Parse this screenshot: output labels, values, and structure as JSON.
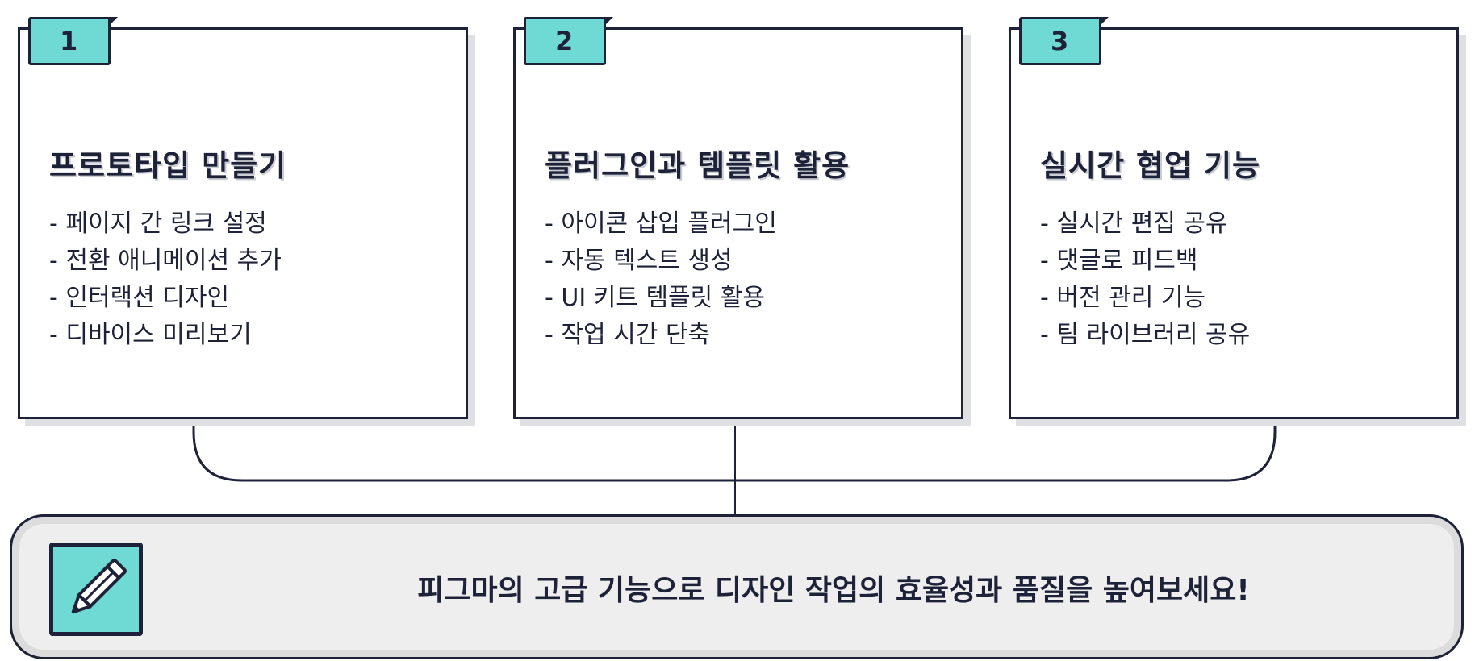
{
  "cards": [
    {
      "number": "1",
      "title": "프로토타입 만들기",
      "items": [
        "- 페이지 간 링크 설정",
        "- 전환 애니메이션 추가",
        "- 인터랙션 디자인",
        "- 디바이스 미리보기"
      ]
    },
    {
      "number": "2",
      "title": "플러그인과 템플릿 활용",
      "items": [
        "- 아이콘 삽입 플러그인",
        "- 자동 텍스트 생성",
        "- UI 키트 템플릿 활용",
        "- 작업 시간 단축"
      ]
    },
    {
      "number": "3",
      "title": "실시간 협업 기능",
      "items": [
        "- 실시간 편집 공유",
        "- 댓글로 피드백",
        "- 버전 관리 기능",
        "- 팀 라이브러리 공유"
      ]
    }
  ],
  "banner": {
    "icon": "pencil-icon",
    "text": "피그마의 고급 기능으로 디자인 작업의 효율성과 품질을 높여보세요!"
  },
  "colors": {
    "ink": "#1d2238",
    "accent": "#6fdad4",
    "banner_bg": "#eeeeee",
    "shadow": "#dfe0e4"
  }
}
